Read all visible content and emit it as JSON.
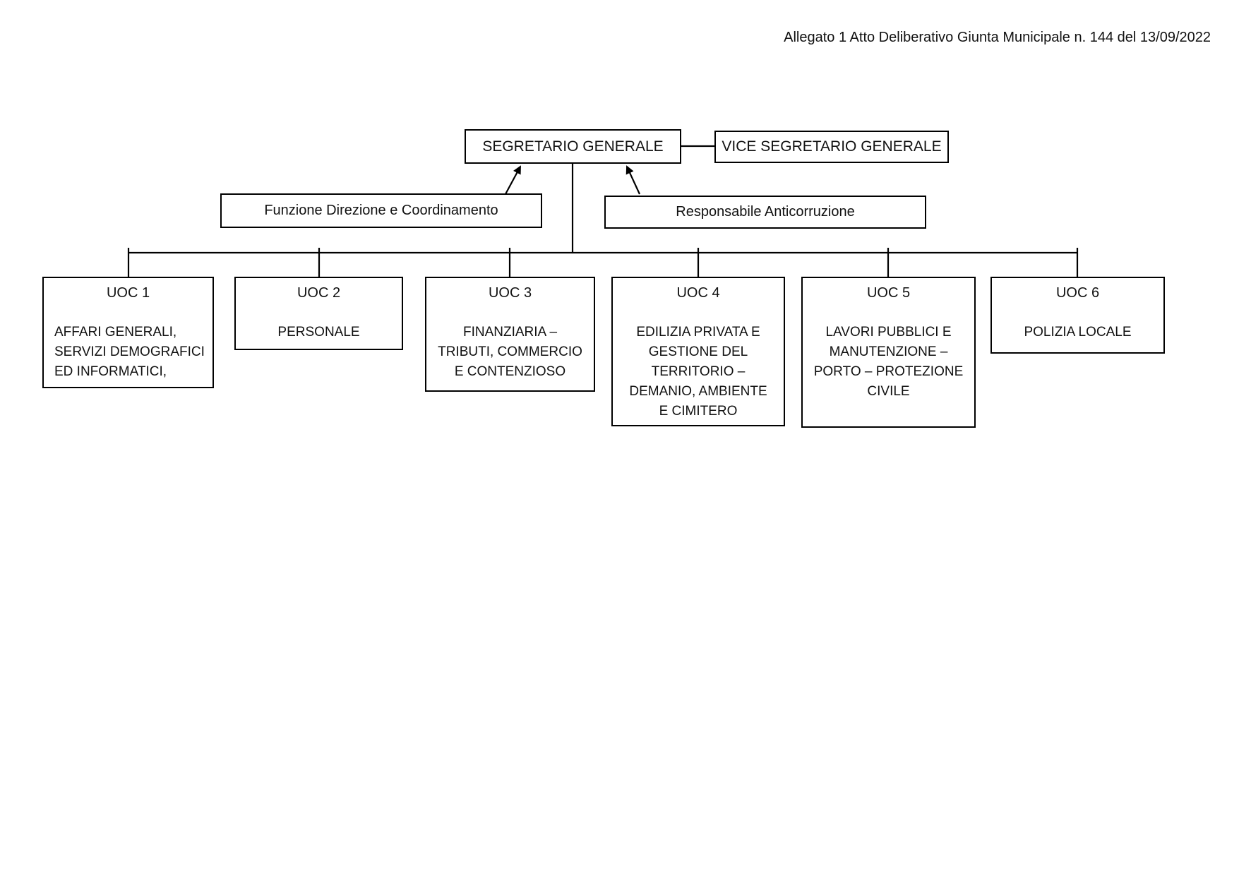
{
  "page": {
    "header_note": "Allegato 1 Atto Deliberativo Giunta Municipale n. 144 del 13/09/2022",
    "background": "#ffffff"
  },
  "org_chart": {
    "line_color": "#000000",
    "box_border_color": "#000000",
    "text_color": "#111111",
    "top_boxes": {
      "segretario": {
        "label": "SEGRETARIO GENERALE"
      },
      "vice_segretario": {
        "label": "VICE SEGRETARIO GENERALE"
      }
    },
    "staff_boxes": {
      "funzione_direzione": {
        "label": "Funzione Direzione e Coordinamento"
      },
      "responsabile_anticorruzione": {
        "label": "Responsabile Anticorruzione"
      }
    },
    "uoc_units": [
      {
        "code": "UOC 1",
        "description": "AFFARI GENERALI,\nSERVIZI DEMOGRAFICI\nED INFORMATICI,"
      },
      {
        "code": "UOC 2",
        "description": "PERSONALE"
      },
      {
        "code": "UOC 3",
        "description": "FINANZIARIA –\nTRIBUTI, COMMERCIO\nE CONTENZIOSO"
      },
      {
        "code": "UOC 4",
        "description": "EDILIZIA PRIVATA E\nGESTIONE DEL\nTERRITORIO –\nDEMANIO, AMBIENTE\nE CIMITERO"
      },
      {
        "code": "UOC 5",
        "description": "LAVORI PUBBLICI E\nMANUTENZIONE –\nPORTO – PROTEZIONE\nCIVILE"
      },
      {
        "code": "UOC 6",
        "description": "POLIZIA LOCALE"
      }
    ]
  }
}
